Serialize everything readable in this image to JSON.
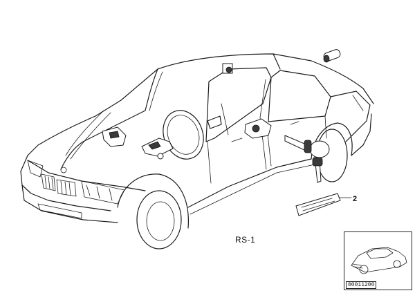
{
  "diagram": {
    "callout_labels": [
      "2"
    ],
    "diagram_code": "RS-1",
    "thumbnail": {
      "reference_number": "00011200"
    }
  }
}
